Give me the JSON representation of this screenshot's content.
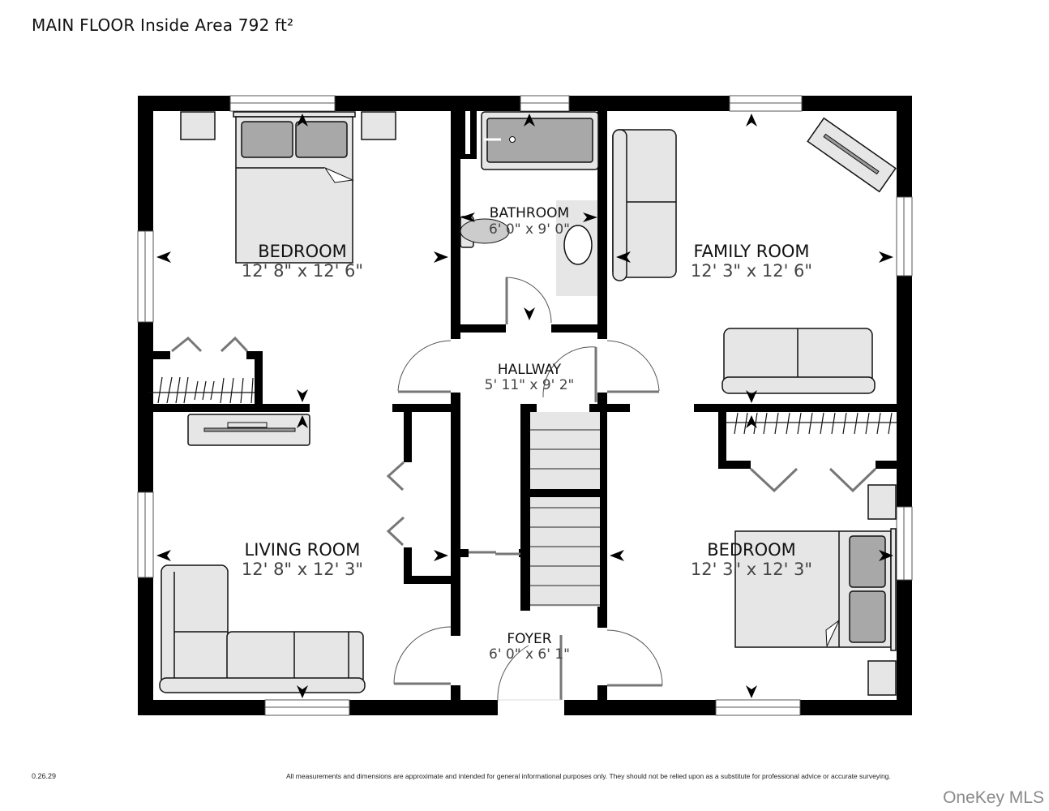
{
  "header": {
    "title": "MAIN FLOOR Inside Area 792 ft²"
  },
  "rooms": [
    {
      "name": "BEDROOM",
      "dimensions": "12' 8\" x 12' 6\""
    },
    {
      "name": "BATHROOM",
      "dimensions": "6' 0\" x 9' 0\""
    },
    {
      "name": "FAMILY ROOM",
      "dimensions": "12' 3\" x 12' 6\""
    },
    {
      "name": "HALLWAY",
      "dimensions": "5' 11\" x 9' 2\""
    },
    {
      "name": "LIVING ROOM",
      "dimensions": "12' 8\" x 12' 3\""
    },
    {
      "name": "BEDROOM",
      "dimensions": "12' 3\" x 12' 3\""
    },
    {
      "name": "FOYER",
      "dimensions": "6' 0\" x 6' 1\""
    }
  ],
  "footer": {
    "version": "0.26.29",
    "disclaimer": "All measurements and dimensions are approximate and intended for general informational purposes only. They should not be relied upon as a substitute for professional advice or accurate surveying.",
    "brand": "OneKey MLS"
  },
  "colors": {
    "wall": "#000000",
    "furniture_fill": "#e6e6e6",
    "pillow_fill": "#a8a8a8",
    "dimension_text": "#444444",
    "brand_text": "#8a8a8a"
  }
}
